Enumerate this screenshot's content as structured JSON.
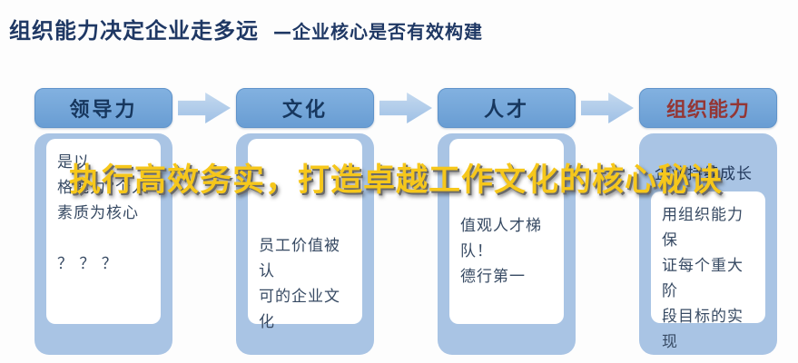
{
  "title": {
    "main": "组织能力决定企业走多远",
    "sub": "—企业核心是否有效构建"
  },
  "overlay": {
    "text": "执行高效务实，打造卓越工作文化的核心秘诀"
  },
  "columns": [
    {
      "header": "领导力",
      "card_lines": [
        "是以",
        "格魅力?个人",
        "素质为核心",
        "",
        "？ ？ ？"
      ]
    },
    {
      "header": "文化",
      "card_lines": [
        "员工价值被认",
        "可的企业文化"
      ]
    },
    {
      "header": "人才",
      "card_lines": [
        "值观人才梯队！",
        "德行第一"
      ]
    },
    {
      "header": "组织能力",
      "top_label": "企业持续成长",
      "card_lines": [
        "用组织能力保",
        "证每个重大阶",
        "段目标的实现"
      ]
    }
  ],
  "colors": {
    "title_text": "#1f3864",
    "pill_bg": "#6fa3d8",
    "pill_text": "#17375e",
    "pill_text_emphasis": "#943634",
    "column_body_bg": "#a9c4e4",
    "arrow": "#aecbea",
    "card_bg": "#ffffff",
    "card_text": "#374a63",
    "overlay_text": "#f6c71b"
  }
}
